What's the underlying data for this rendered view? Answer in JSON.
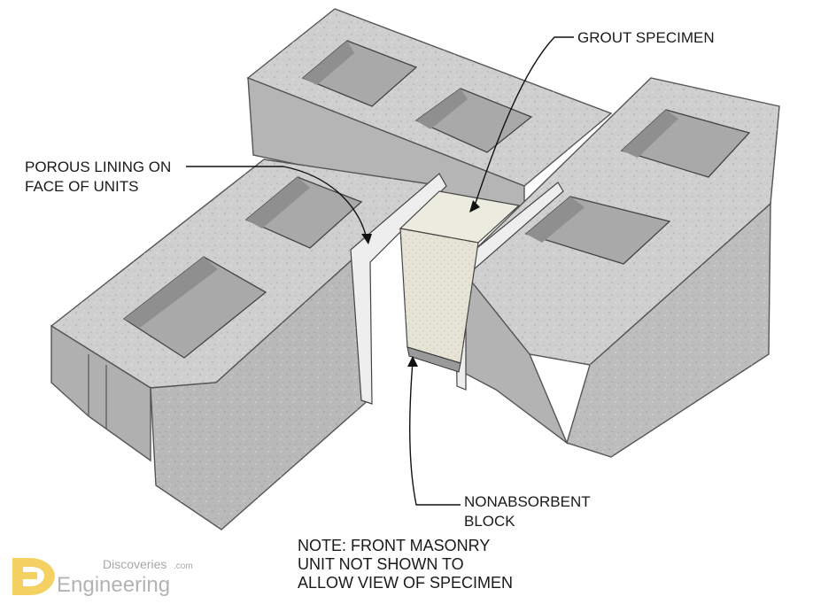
{
  "labels": {
    "grout_specimen": "GROUT SPECIMEN",
    "porous_lining_line1": "POROUS LINING ON",
    "porous_lining_line2": "FACE OF UNITS",
    "nonabsorbent_line1": "NONABSORBENT",
    "nonabsorbent_line2": "BLOCK"
  },
  "note": {
    "line1": "NOTE:  FRONT MASONRY",
    "line2": "UNIT NOT SHOWN TO",
    "line3": "ALLOW VIEW OF SPECIMEN"
  },
  "watermark": {
    "brand_top": "Discoveries",
    "brand_suffix": ".com",
    "brand_bottom": "Engineering"
  },
  "colors": {
    "block_top": "#cfcfcf",
    "block_front": "#b3b3b3",
    "block_side": "#bdbdbd",
    "cell_inner": "#a9a9a9",
    "cell_shadow": "#8f8f8f",
    "lining": "#eeeeee",
    "grout": "#e6e4d6",
    "logo_yellow": "#f2c230"
  }
}
